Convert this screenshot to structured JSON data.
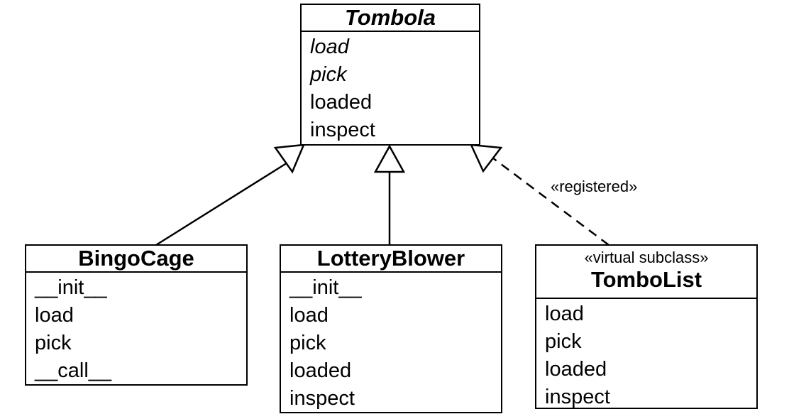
{
  "diagram": {
    "base": {
      "stereotype": "",
      "name": "Tombola",
      "methods": [
        {
          "name": "load",
          "abstract": true
        },
        {
          "name": "pick",
          "abstract": true
        },
        {
          "name": "loaded",
          "abstract": false
        },
        {
          "name": "inspect",
          "abstract": false
        }
      ]
    },
    "subclasses": [
      {
        "name": "BingoCage",
        "methods": [
          "__init__",
          "load",
          "pick",
          "__call__"
        ]
      },
      {
        "name": "LotteryBlower",
        "methods": [
          "__init__",
          "load",
          "pick",
          "loaded",
          "inspect"
        ]
      },
      {
        "stereotype": "«virtual subclass»",
        "name": "TomboList",
        "methods": [
          "load",
          "pick",
          "loaded",
          "inspect"
        ]
      }
    ],
    "edges": [
      {
        "from": "BingoCage",
        "to": "Tombola",
        "kind": "inheritance",
        "line": "solid",
        "label": ""
      },
      {
        "from": "LotteryBlower",
        "to": "Tombola",
        "kind": "inheritance",
        "line": "solid",
        "label": ""
      },
      {
        "from": "TomboList",
        "to": "Tombola",
        "kind": "registration",
        "line": "dashed",
        "label": "«registered»"
      }
    ]
  }
}
